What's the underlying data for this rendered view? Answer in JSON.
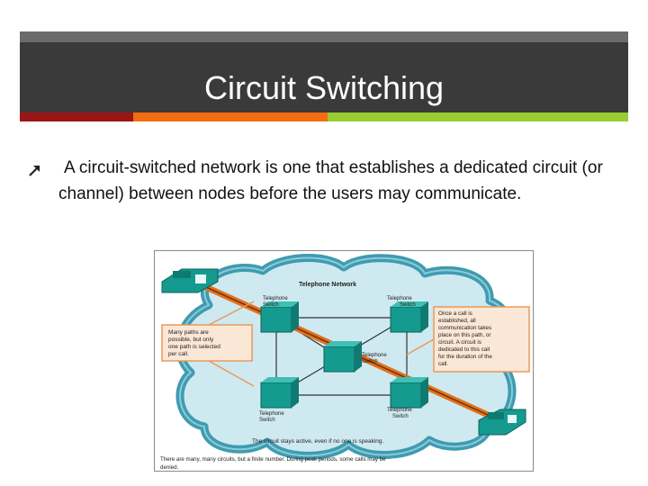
{
  "slide": {
    "title": "Circuit Switching",
    "bullet_text": "A circuit-switched network is one that establishes a dedicated circuit  (or channel) between nodes before the users may communicate."
  },
  "figure": {
    "cloud_label": "Telephone Network",
    "switch_top_left": [
      "Telephone",
      "Switch"
    ],
    "switch_top_right": [
      "Telephone",
      "Switch"
    ],
    "switch_center": [
      "Telephone",
      "Switch"
    ],
    "switch_bottom_left": [
      "Telephone",
      "Switch"
    ],
    "switch_bottom_right": [
      "Telephone",
      "Switch"
    ],
    "callout_left": [
      "Many paths are",
      "possible, but only",
      "one path is selected",
      "per call."
    ],
    "callout_right": [
      "Once a call is",
      "established, all",
      "communication takes",
      "place on this path, or",
      "circuit. A circuit is",
      "dedicated to this call",
      "for the duration of the",
      "call."
    ],
    "caption_active": "The circuit stays active, even if no one is speaking.",
    "caption_bottom": [
      "There are many, many circuits, but a finite number. During peak periods, some calls may be",
      "denied."
    ],
    "colors": {
      "cloud_fill": "#cfe9f1",
      "cloud_edge": "#3f9bb0",
      "switch": "#159a8f",
      "path": "#e0731e",
      "callout_fill": "#fbe7d6",
      "callout_edge": "#e89a5a"
    },
    "icons": [
      "telephone-icon",
      "switch-icon"
    ]
  }
}
